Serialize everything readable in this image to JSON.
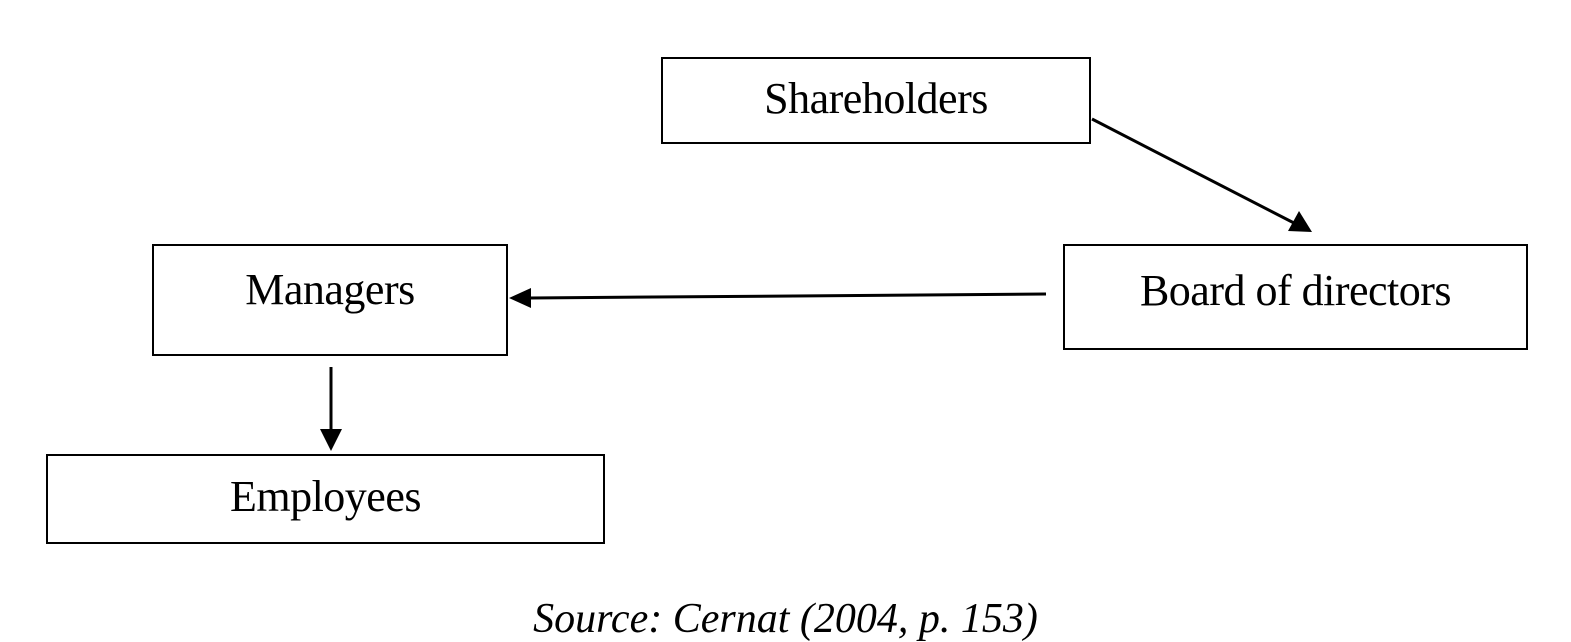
{
  "diagram": {
    "nodes": {
      "shareholders": {
        "label": "Shareholders"
      },
      "board": {
        "label": "Board of directors"
      },
      "managers": {
        "label": "Managers"
      },
      "employees": {
        "label": "Employees"
      }
    },
    "edges": [
      {
        "from": "shareholders",
        "to": "board"
      },
      {
        "from": "board",
        "to": "managers"
      },
      {
        "from": "managers",
        "to": "employees"
      }
    ],
    "caption": "Source: Cernat (2004, p. 153)",
    "colors": {
      "stroke": "#000000",
      "background": "#ffffff",
      "text": "#000000"
    }
  }
}
